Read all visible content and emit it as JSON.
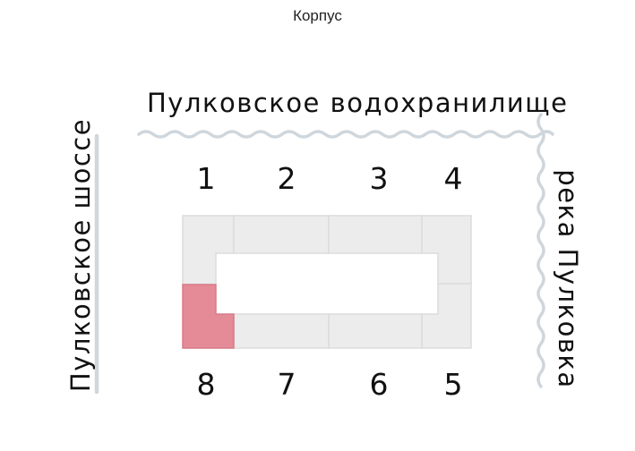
{
  "title": "Корпус",
  "labels": {
    "reservoir": "Пулковское водохранилище",
    "highway": "Пулковское шоссе",
    "river": "река Пулковка"
  },
  "sections": [
    {
      "number": "1",
      "highlighted": false
    },
    {
      "number": "2",
      "highlighted": false
    },
    {
      "number": "3",
      "highlighted": false
    },
    {
      "number": "4",
      "highlighted": false
    },
    {
      "number": "5",
      "highlighted": false
    },
    {
      "number": "6",
      "highlighted": false
    },
    {
      "number": "7",
      "highlighted": false
    },
    {
      "number": "8",
      "highlighted": true
    }
  ],
  "colors": {
    "section_fill": "#ececec",
    "section_stroke": "#dedede",
    "highlight_fill": "#e48b97",
    "line": "#cfd6dc"
  }
}
